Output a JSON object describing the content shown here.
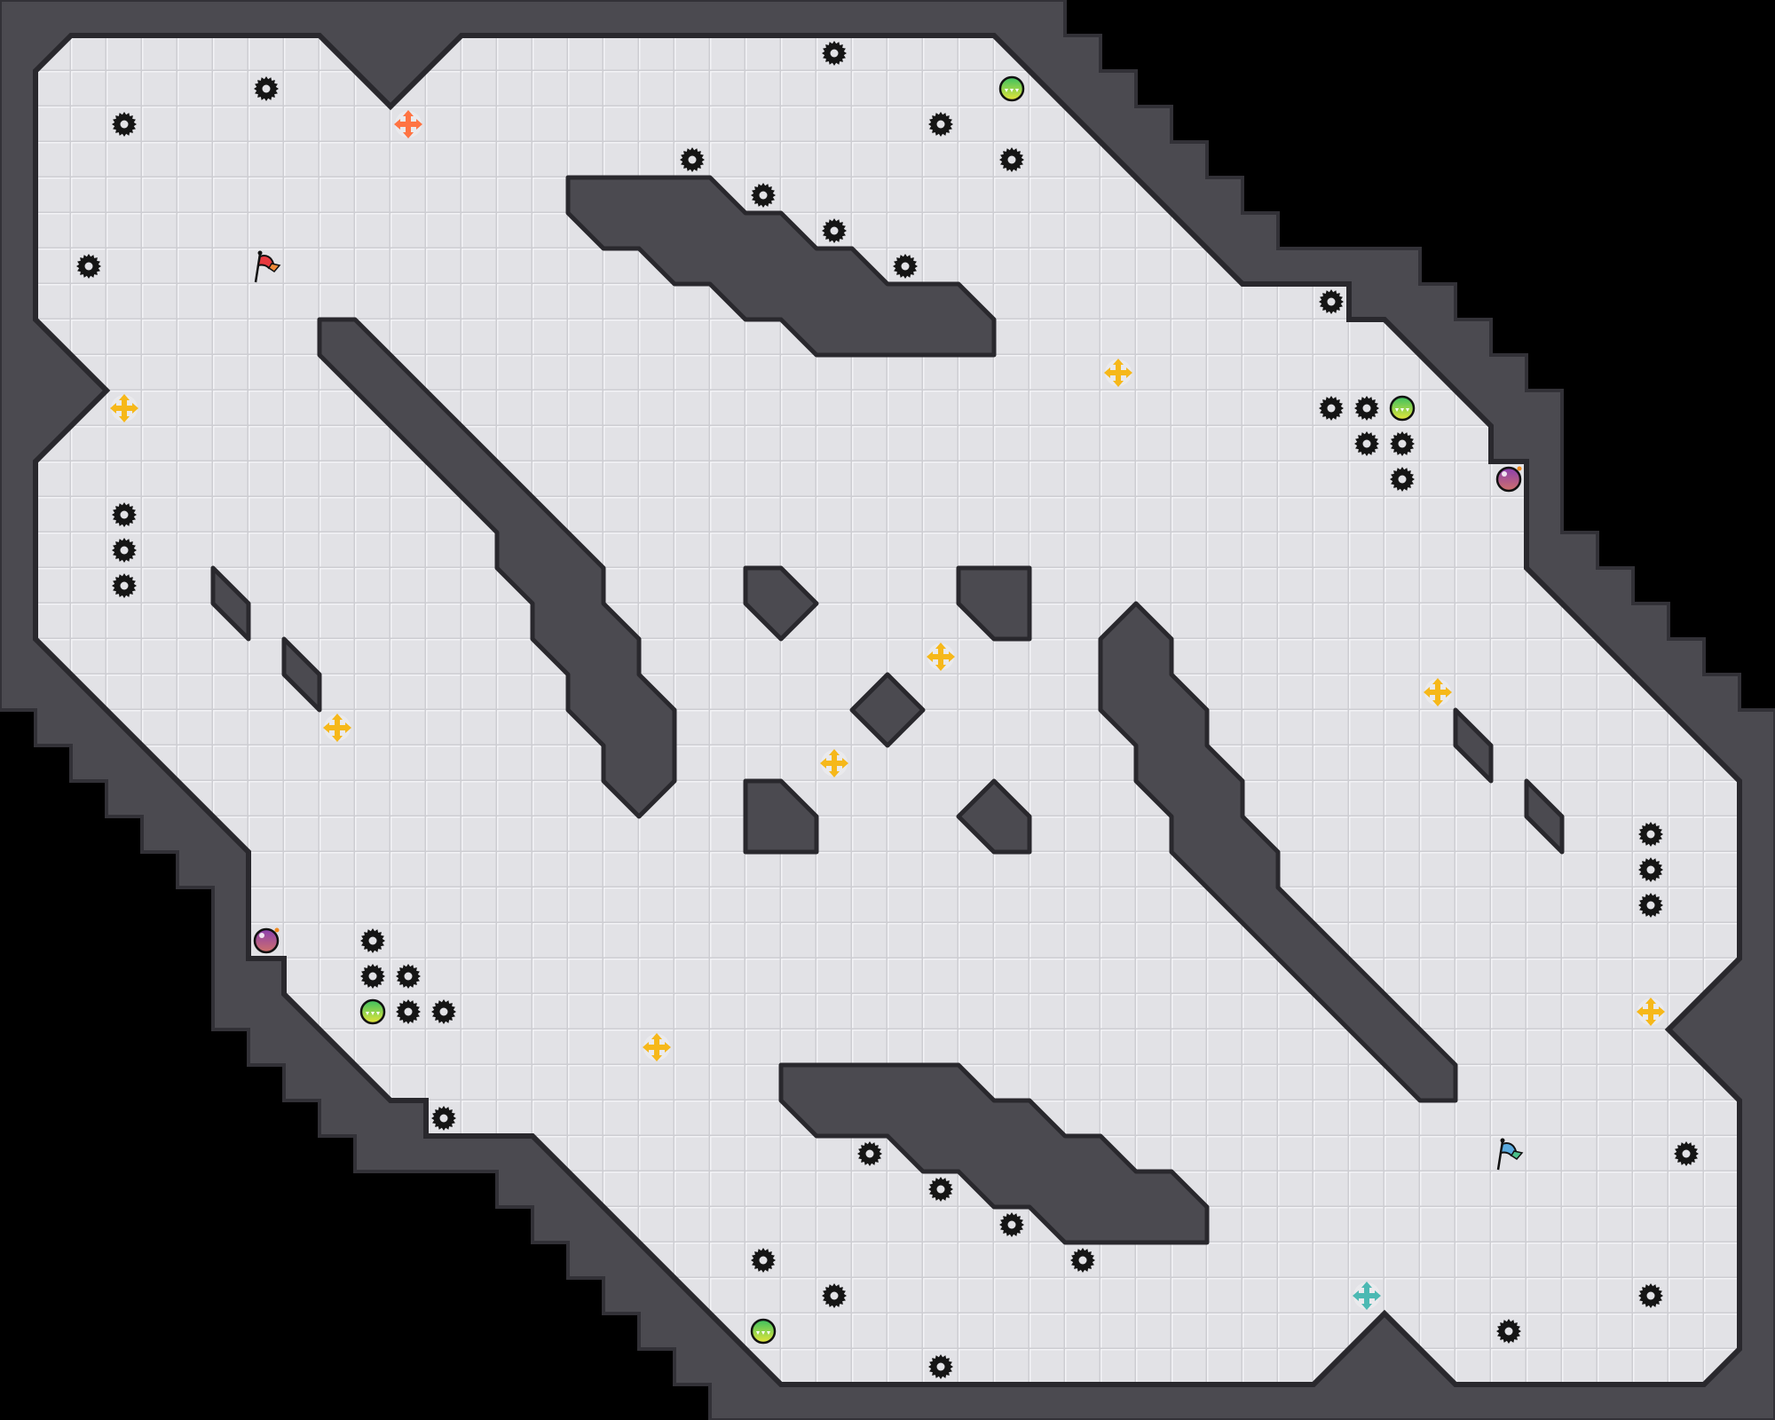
{
  "game": {
    "type": "capture-the-flag arena map",
    "grid": {
      "columns": 50,
      "rows": 40
    }
  },
  "colors": {
    "background": "#000000",
    "wall": "#4b4a50",
    "wall_edge": "#29282d",
    "floor": "#e2e2e6",
    "floor_line": "#cfcfd4",
    "spike": "#151515",
    "boost_neutral": "#f6b81a",
    "boost_red": "#ff7443",
    "boost_blue": "#4cb9b3",
    "flag_red": "#e8393f",
    "flag_blue": "#5aa9dd",
    "powerup_top": "#3cc060",
    "powerup_bottom": "#e6e63a",
    "bomb": "#9a4ea8"
  },
  "entity_types": [
    "spike",
    "boost",
    "red-boost",
    "blue-boost",
    "powerup",
    "bomb",
    "red-flag",
    "blue-flag"
  ],
  "entity_counts": {
    "spike": 38,
    "boost": 8,
    "red-boost": 1,
    "blue-boost": 1,
    "powerup": 4,
    "bomb": 2,
    "red-flag": 1,
    "blue-flag": 1
  }
}
